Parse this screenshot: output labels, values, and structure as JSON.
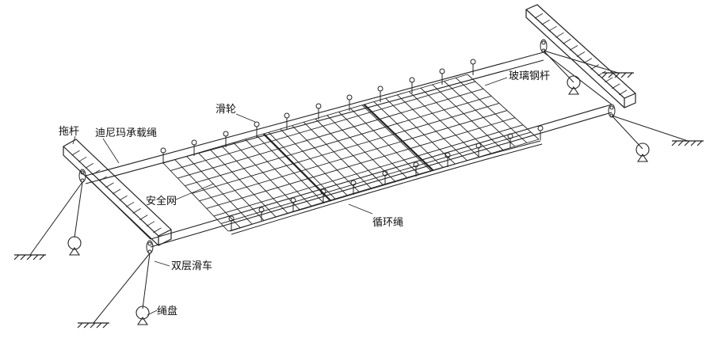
{
  "labels": {
    "tuogan": "拖杆",
    "dinima": "迪尼玛承载绳",
    "hualun": "滑轮",
    "boligang": "玻璃钢杆",
    "anquanwang": "安全网",
    "xunhuansheng": "循环绳",
    "shuangceng": "双层滑车",
    "shengpan": "绳盘"
  },
  "colors": {
    "line": "#222222",
    "text": "#111111"
  }
}
